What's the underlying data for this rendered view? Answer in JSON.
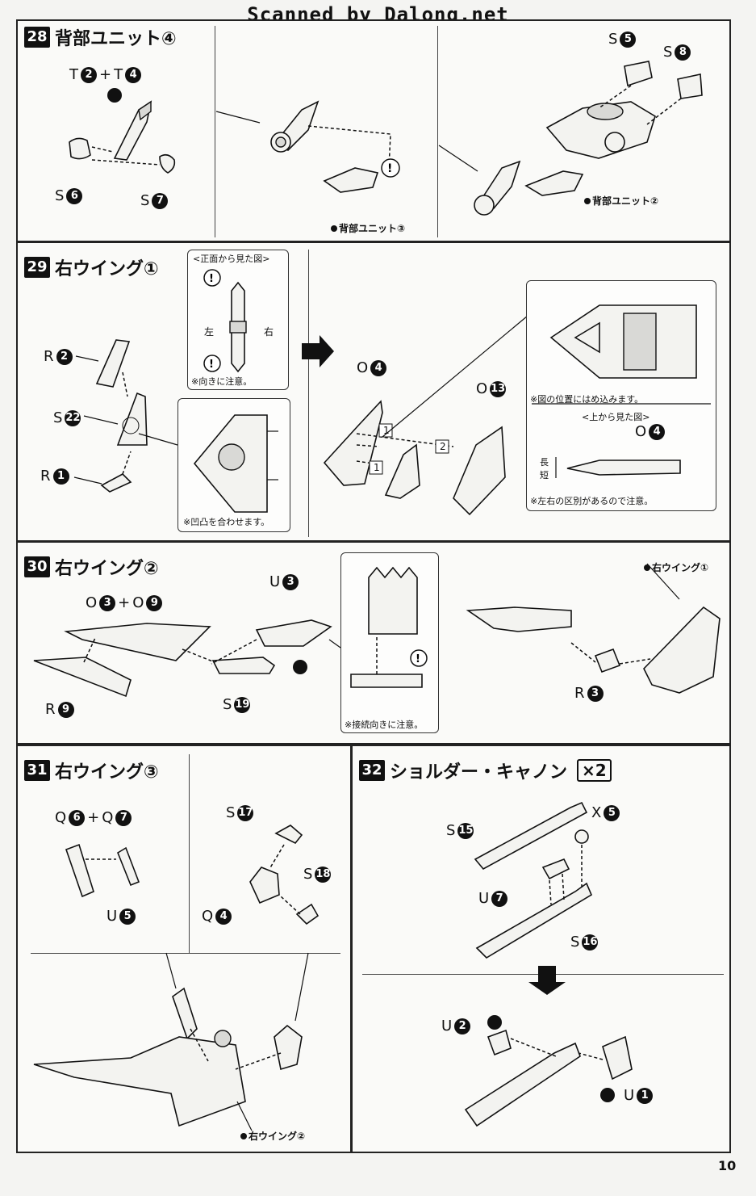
{
  "watermark": "Scanned by Dalong.net",
  "page_number": "10",
  "steps": {
    "s28": {
      "num": "28",
      "title": "背部ユニット④",
      "labels": {
        "t": "T",
        "t2": "2",
        "plus": "+",
        "t4": "4",
        "s6": "S",
        "n6": "6",
        "s7": "S",
        "n7": "7",
        "s5": "S",
        "n5": "5",
        "s8": "S",
        "n8": "8"
      },
      "sub_unit3": "背部ユニット③",
      "sub_unit2": "背部ユニット②"
    },
    "s29": {
      "num": "29",
      "title": "右ウイング①",
      "inset_front_title": "<正面から見た図>",
      "left": "左",
      "right": "右",
      "note_direction": "※向きに注意。",
      "note_match": "※凹凸を合わせます。",
      "note_fit": "※図の位置にはめ込みます。",
      "inset_top_title": "<上から見た図>",
      "long": "長",
      "short": "短",
      "note_lr": "※左右の区別があるので注意。",
      "labels": {
        "r": "R",
        "n2": "2",
        "s": "S",
        "n22": "22",
        "r1": "R",
        "n1": "1",
        "o": "O",
        "n4": "4",
        "o13": "O",
        "n13": "13",
        "o4b": "O",
        "n4b": "4"
      },
      "seq": [
        "1",
        "1",
        "2"
      ]
    },
    "s30": {
      "num": "30",
      "title": "右ウイング②",
      "labels": {
        "o3": "O",
        "n3": "3",
        "plus": "+",
        "o9": "O",
        "n9": "9",
        "r9": "R",
        "nr9": "9",
        "u3": "U",
        "nu3": "3",
        "s19": "S",
        "n19": "19",
        "r3": "R",
        "nr3": "3"
      },
      "note_connect": "※接続向きに注意。",
      "sub_wing1": "右ウイング①"
    },
    "s31": {
      "num": "31",
      "title": "右ウイング③",
      "labels": {
        "q6": "Q",
        "n6": "6",
        "plus": "+",
        "q7": "Q",
        "n7": "7",
        "u5": "U",
        "n5": "5",
        "s17": "S",
        "n17": "17",
        "s18": "S",
        "n18": "18",
        "q4": "Q",
        "n4": "4"
      },
      "sub_wing2": "右ウイング②"
    },
    "s32": {
      "num": "32",
      "title": "ショルダー・キャノン",
      "multiplier": "×2",
      "labels": {
        "s15": "S",
        "n15": "15",
        "x5": "X",
        "n5": "5",
        "u7": "U",
        "n7": "7",
        "s16": "S",
        "n16": "16",
        "u2": "U",
        "n2": "2",
        "u1": "U",
        "n1": "1"
      }
    }
  }
}
